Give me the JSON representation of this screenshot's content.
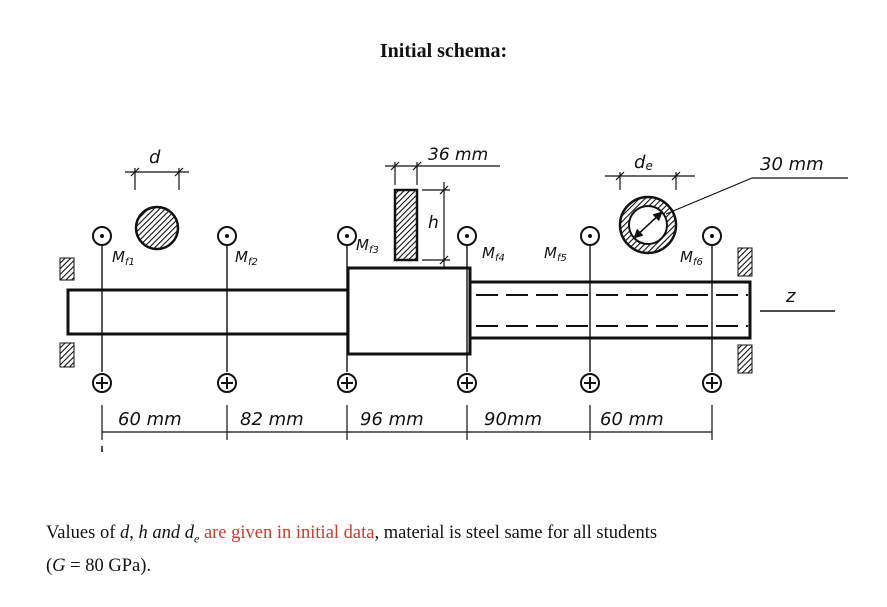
{
  "title": "Initial schema:",
  "schema": {
    "dimensions": {
      "d": "d",
      "h": "h",
      "de": "d",
      "de_sub": "e",
      "bar_width": "36 mm",
      "tube_wall": "30 mm",
      "segments": [
        "60 mm",
        "82 mm",
        "96 mm",
        "90mm",
        "60 mm"
      ]
    },
    "moments": [
      {
        "label": "M",
        "sub": "f1"
      },
      {
        "label": "M",
        "sub": "f2"
      },
      {
        "label": "M",
        "sub": "f3"
      },
      {
        "label": "M",
        "sub": "f4"
      },
      {
        "label": "M",
        "sub": "f5"
      },
      {
        "label": "M",
        "sub": "f6"
      }
    ],
    "axis_label": "z"
  },
  "caption": {
    "prefix": "Values of ",
    "d": "d",
    "sep1": ", ",
    "h": "h",
    "and": " and ",
    "de": "d",
    "de_sub": "e",
    "red_text": " are given in initial data",
    "suffix": ", material is steel same for all students",
    "line2_open": "(",
    "G": "G",
    "line2_rest": " = 80 GPa)."
  }
}
